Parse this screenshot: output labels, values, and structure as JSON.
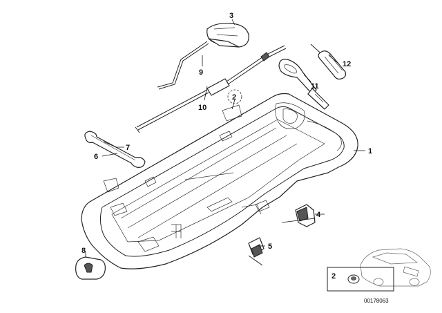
{
  "callouts": {
    "c1": "1",
    "c2_circled": "2",
    "c3": "3",
    "c4": "4",
    "c5": "5",
    "c6": "6",
    "c7": "7",
    "c8": "8",
    "c9": "9",
    "c10": "10",
    "c11": "11",
    "c12": "12"
  },
  "inset": {
    "item_number": "2",
    "thumbnail": "car-silhouette"
  },
  "doc_number": "00178063"
}
